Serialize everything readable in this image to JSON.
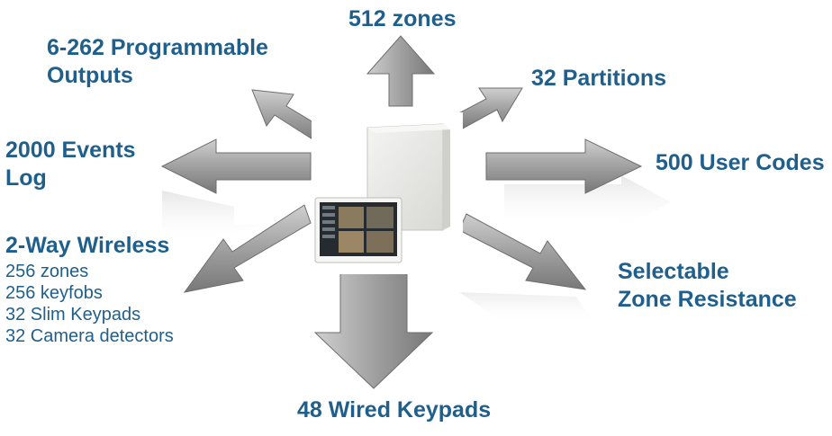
{
  "features": {
    "zones": "512 zones",
    "outputs": [
      "6-262 Programmable",
      "Outputs"
    ],
    "partitions": "32 Partitions",
    "events": [
      "2000 Events",
      "Log"
    ],
    "user_codes": "500 User Codes",
    "wireless_title": "2-Way Wireless",
    "wireless_items": [
      "256 zones",
      "256 keyfobs",
      "32 Slim Keypads",
      "32 Camera detectors"
    ],
    "resistance": [
      "Selectable",
      "Zone Resistance"
    ],
    "keypads": "48 Wired Keypads"
  },
  "colors": {
    "text": "#1f5f8c",
    "arrow_light": "#c9c9c9",
    "arrow_mid": "#9a9a9a",
    "arrow_dark": "#767676",
    "panel": "#ebebe8",
    "screen": "#262b30"
  }
}
